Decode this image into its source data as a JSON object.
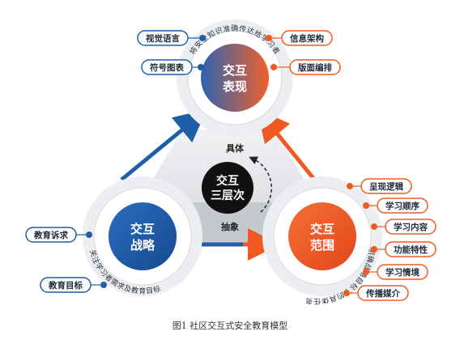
{
  "diagram": {
    "center": {
      "line1": "交互",
      "line2": "三层次"
    },
    "direction": {
      "top": "具体",
      "bottom": "抽象"
    },
    "top_node": {
      "line1": "交互",
      "line2": "表现",
      "arc_text": "将安全知识准确传达给学习者",
      "left_labels": [
        "视觉语言",
        "符号图表"
      ],
      "right_labels": [
        "信息架构",
        "版面编排"
      ]
    },
    "left_node": {
      "line1": "交互",
      "line2": "战略",
      "arc_text": "关注学习者需求及教育目标",
      "labels": [
        "教育诉求",
        "教育目标"
      ]
    },
    "right_node": {
      "line1": "交互",
      "line2": "范围",
      "arc_text": "明确战略目标下的具体任务",
      "labels": [
        "呈现逻辑",
        "学习顺序",
        "学习内容",
        "功能特性",
        "学习情境",
        "传播媒介"
      ]
    },
    "caption": "图1 社区交互式安全教育模型"
  },
  "colors": {
    "blue": "#1e5fa8",
    "orange": "#f05a22",
    "dark": "#111111",
    "gray": "#c9cdd2"
  }
}
